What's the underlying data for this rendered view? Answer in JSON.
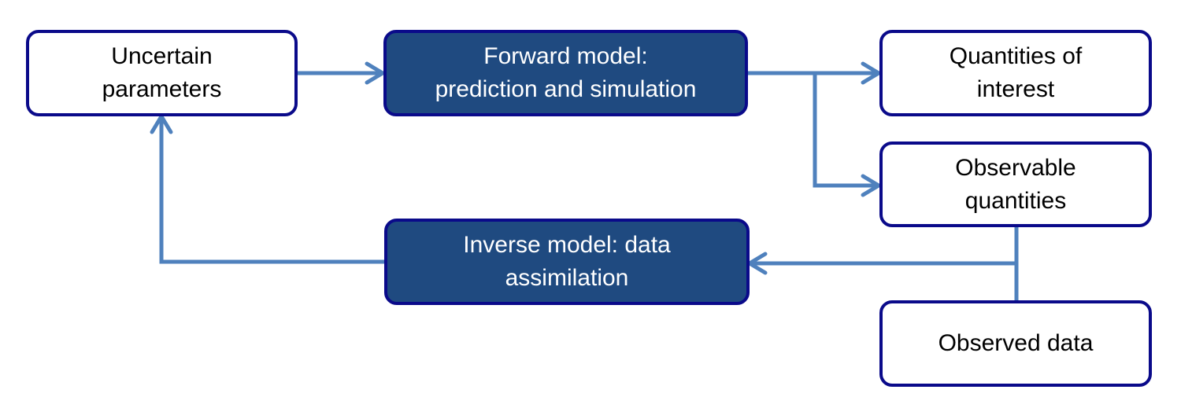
{
  "nodes": {
    "uncertain_parameters": "Uncertain\nparameters",
    "forward_model": "Forward model:\nprediction and simulation",
    "quantities_of_interest": "Quantities of\ninterest",
    "observable_quantities": "Observable\nquantities",
    "inverse_model": "Inverse model: data\nassimilation",
    "observed_data": "Observed data"
  },
  "colors": {
    "box_border": "#0a0a8a",
    "dark_fill": "#1f4a80",
    "connector": "#4f81bd"
  }
}
